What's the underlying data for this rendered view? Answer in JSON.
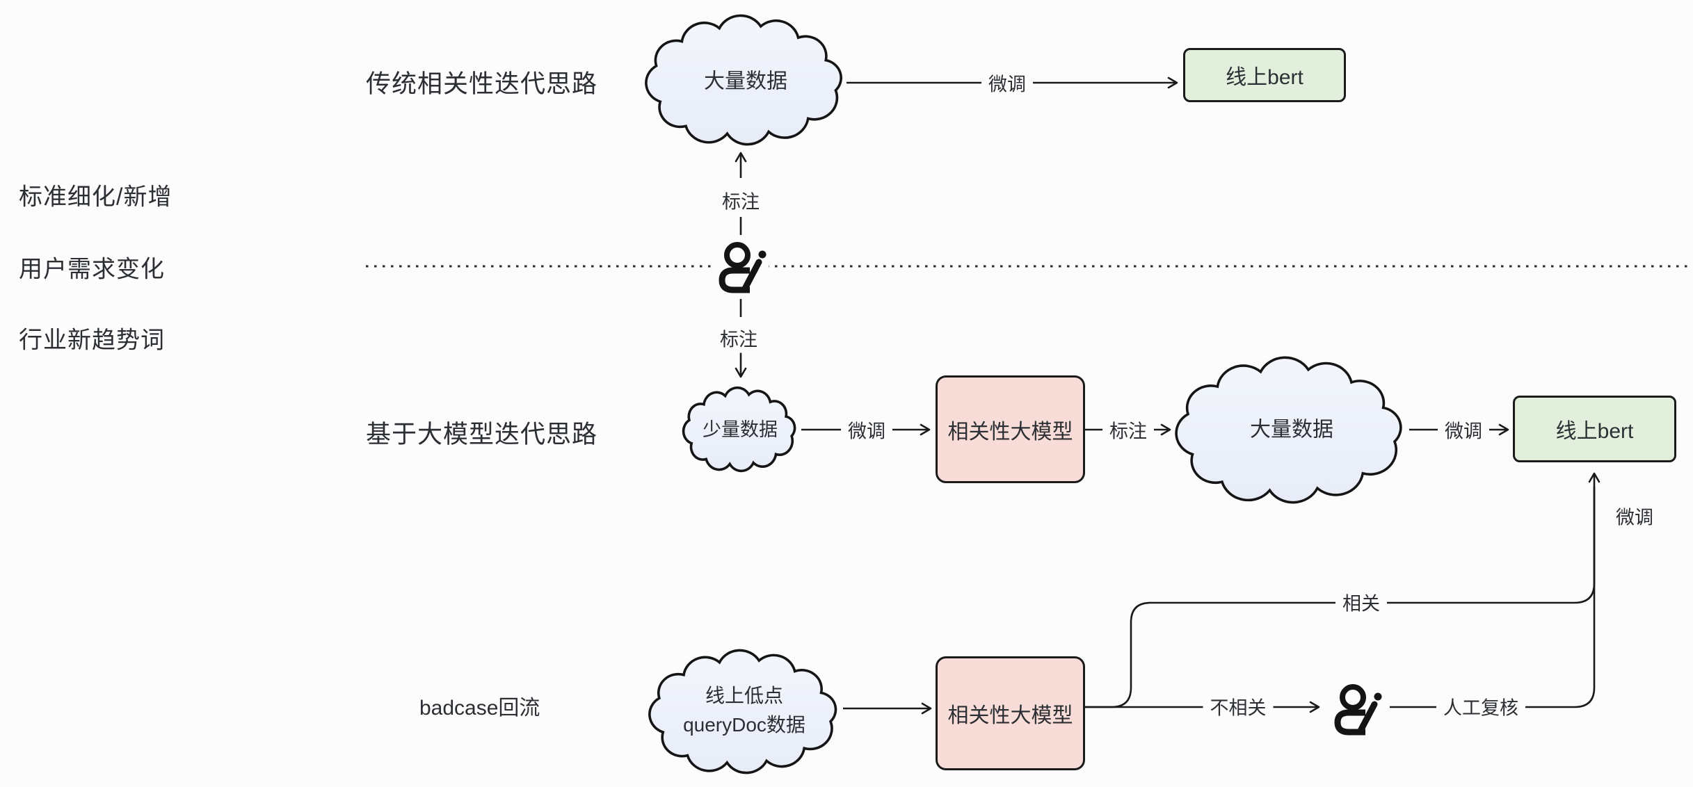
{
  "canvas": {
    "bg": "#fcfcfc",
    "stroke": "#1a1a1a",
    "text_color": "#2b2e33"
  },
  "titles": {
    "traditional": "传统相关性迭代思路",
    "llm": "基于大模型迭代思路"
  },
  "side_labels": {
    "line1": "标准细化/新增",
    "line2": "用户需求变化",
    "line3": "行业新趋势词"
  },
  "row3_label": "badcase回流",
  "nodes": {
    "cloud_top": "大量数据",
    "bert_top": "线上bert",
    "cloud_small": "少量数据",
    "llm_mid": "相关性大模型",
    "cloud_mid": "大量数据",
    "bert_mid": "线上bert",
    "cloud_bottom_line1": "线上低点",
    "cloud_bottom_line2": "queryDoc数据",
    "llm_bottom": "相关性大模型"
  },
  "edge_labels": {
    "finetune": "微调",
    "annotate": "标注",
    "relevant": "相关",
    "irrelevant": "不相关",
    "manual_review": "人工复核"
  },
  "icons": {
    "annotator": "person-with-pencil"
  },
  "colors": {
    "cloud_fill_top": "#f3f6fc",
    "cloud_fill_bottom": "#e7ecf8",
    "green_box": "#e2efdc",
    "pink_box": "#f8dcd8"
  }
}
